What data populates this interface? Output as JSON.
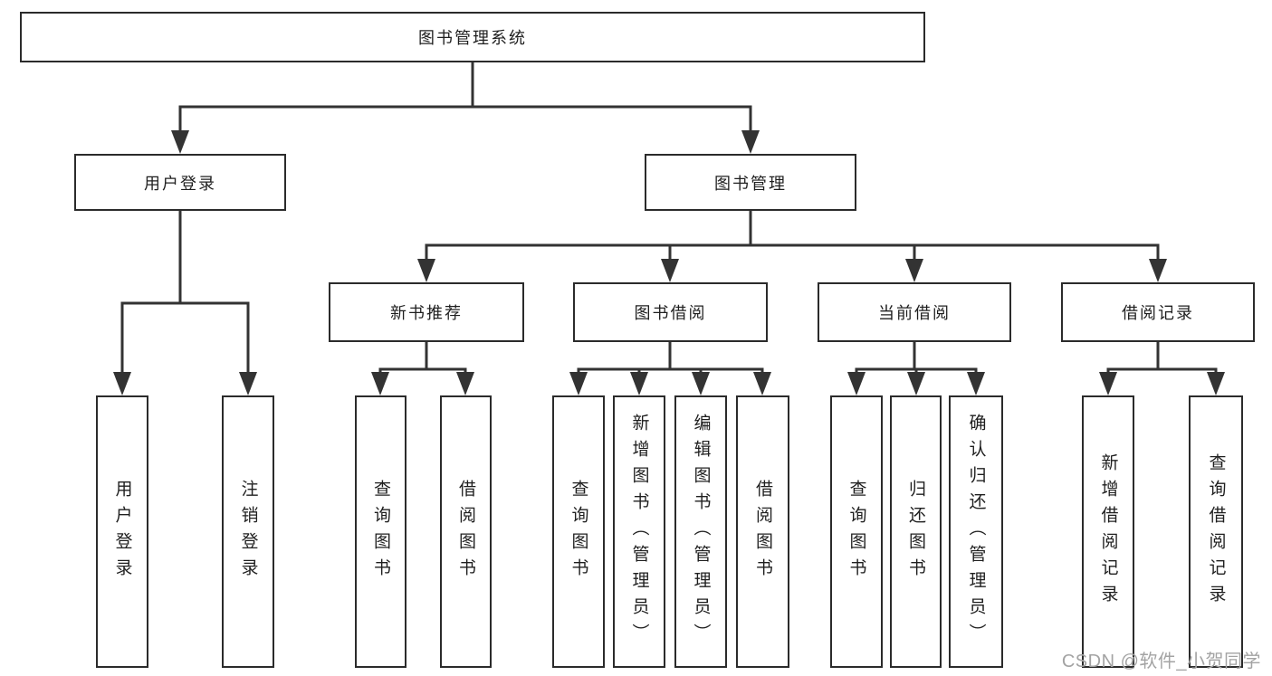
{
  "diagram_type": "hierarchy-tree",
  "tree": {
    "label": "图书管理系统",
    "children": [
      {
        "label": "用户登录",
        "children": [
          {
            "label": "用户登录"
          },
          {
            "label": "注销登录"
          }
        ]
      },
      {
        "label": "图书管理",
        "children": [
          {
            "label": "新书推荐",
            "children": [
              {
                "label": "查询图书"
              },
              {
                "label": "借阅图书"
              }
            ]
          },
          {
            "label": "图书借阅",
            "children": [
              {
                "label": "查询图书"
              },
              {
                "label": "新增图书（管理员）"
              },
              {
                "label": "编辑图书（管理员）"
              },
              {
                "label": "借阅图书"
              }
            ]
          },
          {
            "label": "当前借阅",
            "children": [
              {
                "label": "查询图书"
              },
              {
                "label": "归还图书"
              },
              {
                "label": "确认归还（管理员）"
              }
            ]
          },
          {
            "label": "借阅记录",
            "children": [
              {
                "label": "新增借阅记录"
              },
              {
                "label": "查询借阅记录"
              }
            ]
          }
        ]
      }
    ]
  },
  "watermark": {
    "text": "CSDN @软件_小贺同学"
  },
  "colors": {
    "line": "#333333",
    "border": "#2b2b2b",
    "text": "#1f1f1f",
    "watermark": "#a3a3a3",
    "background": "#ffffff"
  }
}
